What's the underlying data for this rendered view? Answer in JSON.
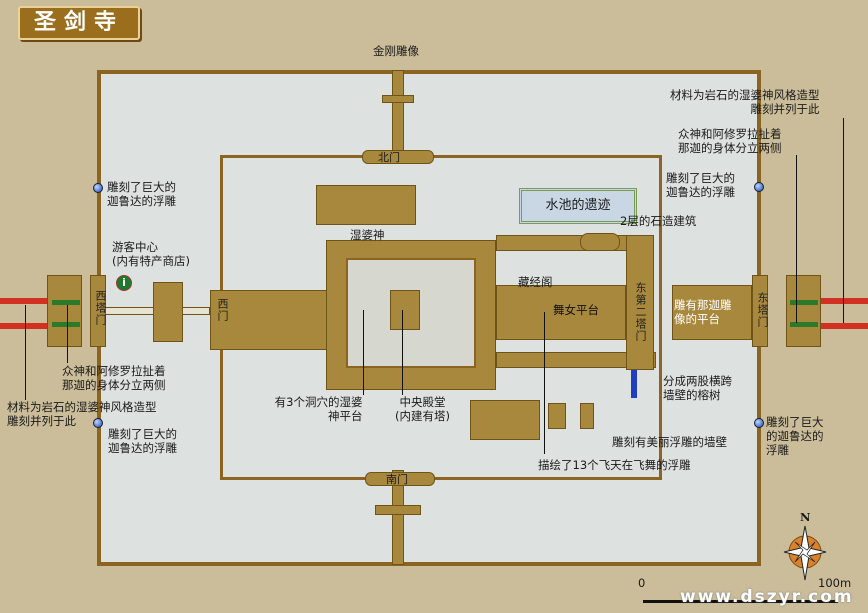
{
  "title": "圣剑寺",
  "pool_box": "水池的遗迹",
  "labels": {
    "vajra_statue": "金刚雕像",
    "north_gate": "北门",
    "south_gate": "南门",
    "west_gate": "西门",
    "west_gopura": "西塔门",
    "east_gopura": "东塔门",
    "east_second_gopura": "东第二塔门",
    "garuda_left_top": [
      "雕刻了巨大的",
      "迦鲁达的浮雕"
    ],
    "garuda_left_bottom": [
      "雕刻了巨大的",
      "迦鲁达的浮雕"
    ],
    "garuda_right_top": [
      "雕刻了巨大的",
      "迦鲁达的浮雕"
    ],
    "garuda_right_bottom": [
      "雕刻了巨大",
      "的迦鲁达的",
      "浮雕"
    ],
    "visitor_center": [
      "游客中心",
      "(内有特产商店)"
    ],
    "naga_left": [
      "众神和阿修罗拉扯着",
      "那迦的身体分立两侧"
    ],
    "naga_right": [
      "众神和阿修罗拉扯着",
      "那迦的身体分立两侧"
    ],
    "shiva_sculpture_left": [
      "材料为岩石的湿婆神风格造型",
      "雕刻并列于此"
    ],
    "shiva_sculpture_right": [
      "材料为岩石的湿婆神风格造型",
      "雕刻并列于此"
    ],
    "two_storey": "2层的石造建筑",
    "shiva": "湿婆神",
    "library": "藏经阁",
    "dancers_hall": "舞女平台",
    "naga_platform": [
      "雕有那迦雕",
      "像的平台"
    ],
    "three_caves": [
      "有3个洞穴的湿婆",
      "神平台"
    ],
    "central_sanctuary": [
      "中央殿堂",
      "(内建有塔)"
    ],
    "banyan": [
      "分成两股横跨",
      "墙壁的榕树"
    ],
    "wall_reliefs": "雕刻有美丽浮雕的墙壁",
    "apsaras": "描绘了13个飞天在飞舞的浮雕"
  },
  "compass": "N",
  "scale": {
    "start": "0",
    "end": "100m"
  },
  "watermark": "www.dszyr.com",
  "colors": {
    "structure": "#a8883c",
    "wall": "#8a6420",
    "ground": "#dde2e1",
    "marker": "#2248b8"
  }
}
